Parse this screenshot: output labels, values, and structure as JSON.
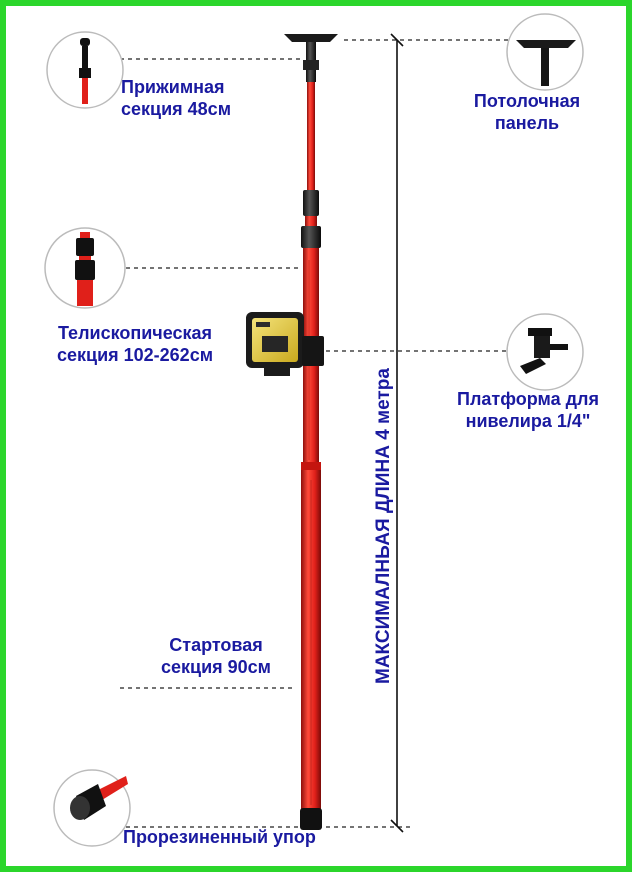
{
  "labels": {
    "clamp_section": [
      "Прижимная",
      "секция 48см"
    ],
    "ceiling_panel": [
      "Потолочная",
      "панель"
    ],
    "telescopic_section": [
      "Телископическая",
      "секция 102-262см"
    ],
    "level_platform": [
      "Платформа для",
      "нивелира 1/4\""
    ],
    "start_section": [
      "Стартовая",
      "секция 90см"
    ],
    "rubber_foot": "Прорезиненный упор",
    "max_length": "МАКСИМАЛНЬАЯ ДЛИНА 4 метра"
  },
  "colors": {
    "label_text": "#1a1aa0",
    "frame": "#2bd62b",
    "pole_red": "#e0201a",
    "device_yellow": "#e9d23f"
  },
  "icons": [
    "ceiling-plate-icon",
    "clamp-section-icon",
    "telescopic-joint-icon",
    "level-bracket-icon",
    "rubber-foot-icon",
    "laser-level-icon"
  ]
}
